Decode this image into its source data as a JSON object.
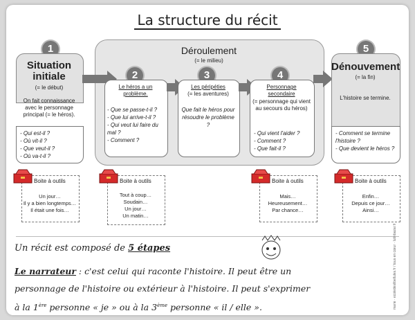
{
  "title": "La structure du récit",
  "steps": [
    {
      "number": "1",
      "heading_line1": "Situation",
      "heading_line2": "initiale",
      "subtitle": "(= le début)",
      "description": "On fait connaissance avec le personnage principal (= le héros).",
      "questions": [
        "- Qui est-il ?",
        "- Où vit-il ?",
        "- Que veut-il ?",
        "- Où va-t-il ?"
      ]
    },
    {
      "number": "2",
      "heading": "Le héros a un problème.",
      "questions": [
        "- Que se passe-t-il ?",
        "- Que lui arrive-t-il ?",
        "- Qui veut lui faire du mal ?",
        "- Comment ?"
      ]
    },
    {
      "number": "3",
      "heading": "Les péripéties",
      "subtitle": "(= les aventures)",
      "description": "Que fait le héros pour résoudre le problème ?"
    },
    {
      "number": "4",
      "heading": "Personnage secondaire",
      "subtitle": "(= personnage qui vient au secours du héros)",
      "questions": [
        "- Qui vient l'aider ?",
        "- Comment ?",
        "- Que fait-il ?"
      ]
    },
    {
      "number": "5",
      "heading": "Dénouvement",
      "subtitle": "(= la fin)",
      "description": "L'histoire se termine.",
      "questions": [
        "- Comment se termine l'histoire ?",
        "- Que devient le héros ?"
      ]
    }
  ],
  "middle": {
    "heading": "Déroulement",
    "subtitle": "(= le milieu)"
  },
  "toolboxes": [
    {
      "title": "Boite à outils",
      "items": [
        "Un jour…",
        "Il y a bien longtemps…",
        "Il était une fois…"
      ]
    },
    {
      "title": "Boite à outils",
      "items": [
        "Tout à coup…",
        "Soudain…",
        "Un jour…",
        "Un matin…"
      ]
    },
    {
      "title": "Boite à outils",
      "items": [
        "Mais…",
        "Heureusement…",
        "Par chance…"
      ]
    },
    {
      "title": "Boite à outils",
      "items": [
        "Enfin…",
        "Depuis ce jour…",
        "Ainsi…"
      ]
    }
  ],
  "bottom": {
    "line1_prefix": "Un récit est composé de ",
    "line1_highlight": "5 étapes",
    "line2_term": "Le narrateur",
    "line2_rest": " : c'est celui qui raconte l'histoire. Il peut être un",
    "line3": "personnage de l'histoire ou extérieur à l'histoire. Il peut s'exprimer",
    "line4_a": "à la 1",
    "line4_sup1": "ère",
    "line4_b": " personne « je » ou à la 3",
    "line4_sup2": "ème",
    "line4_c": " personne « il / elle »."
  },
  "credit": "marie · ecoledeslibellules.fr / tous en cœur · lutinbazar.fr",
  "colors": {
    "gray_fill": "#e2e2e2",
    "circle": "#777777",
    "toolbox_red": "#d42a2a"
  }
}
